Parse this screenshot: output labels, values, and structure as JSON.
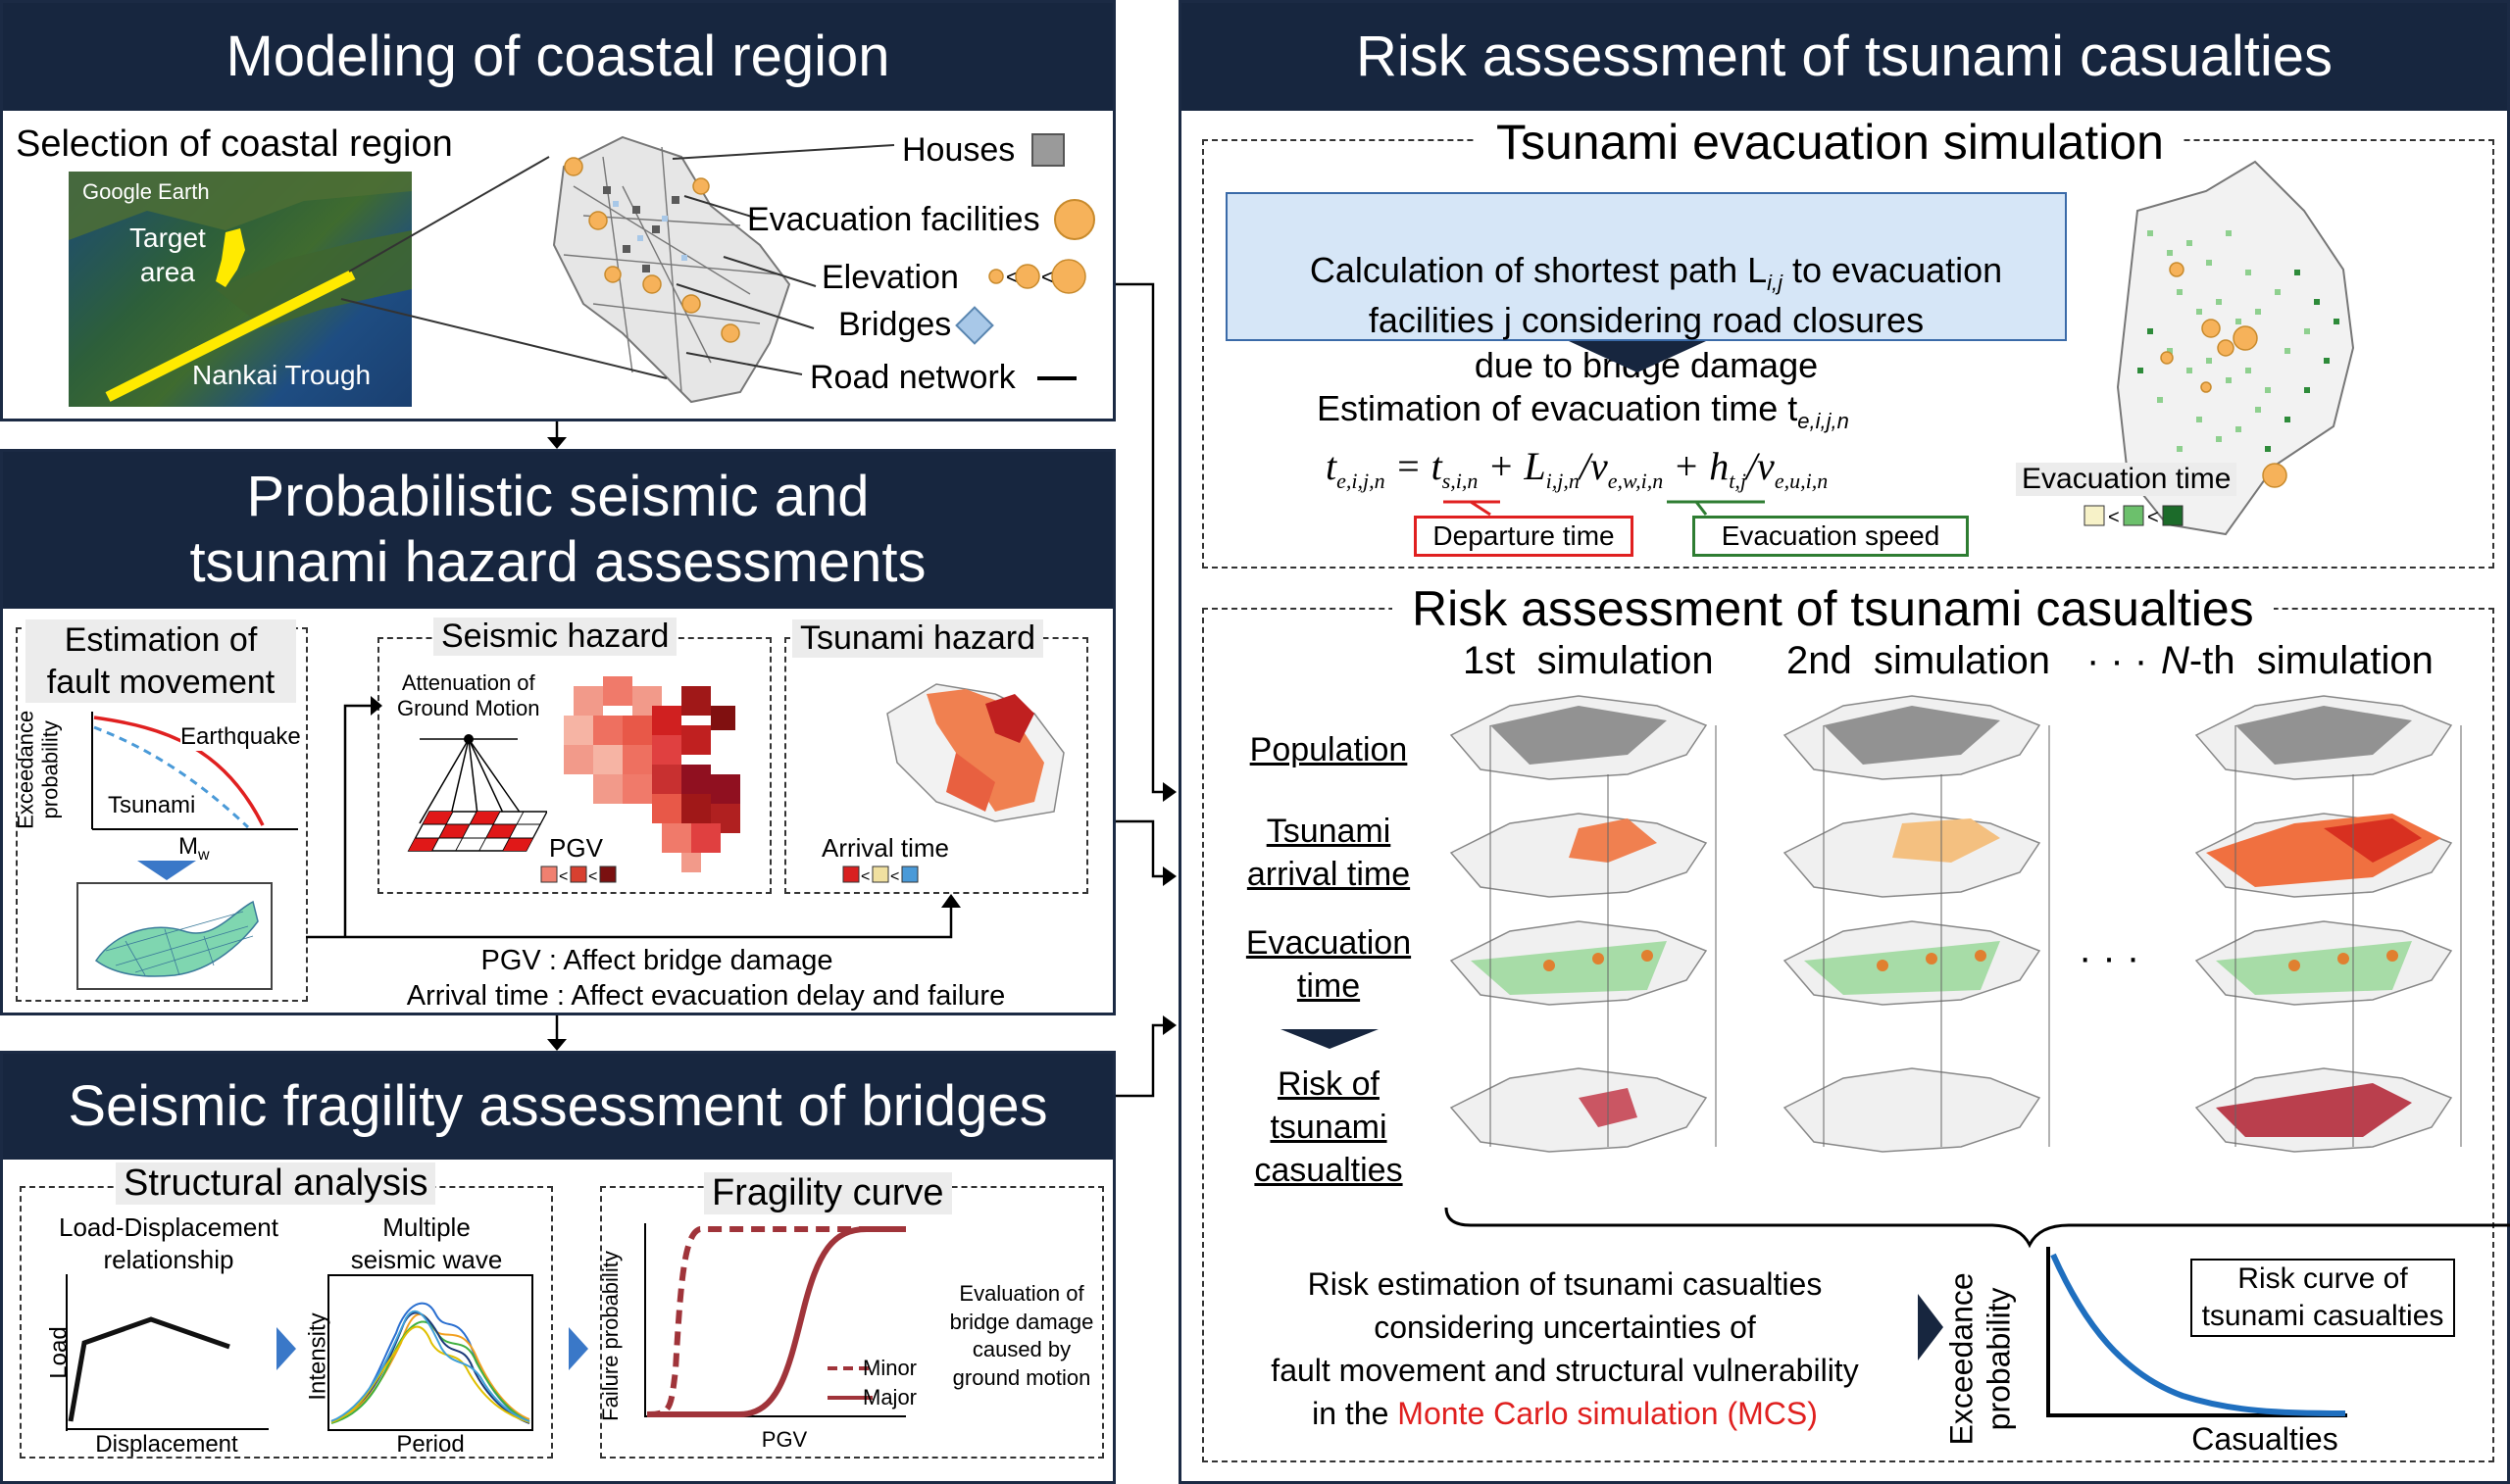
{
  "modeling": {
    "title": "Modeling of coastal region",
    "selection_label": "Selection of coastal region",
    "map_provider": "Google Earth",
    "target_area": "Target\narea",
    "trough": "Nankai Trough",
    "legend": {
      "houses": "Houses",
      "evac_facilities": "Evacuation facilities",
      "elevation": "Elevation",
      "bridges": "Bridges",
      "road_network": "Road network"
    }
  },
  "hazard": {
    "title_line1": "Probabilistic seismic and",
    "title_line2": "tsunami hazard assessments",
    "fault_title": "Estimation of\nfault movement",
    "ylabel": "Exceedance\nprobability",
    "earthquake": "Earthquake",
    "tsunami": "Tsunami",
    "xlabel": "M",
    "xlabel_sub": "w",
    "seismic_title": "Seismic hazard",
    "attenuation": "Attenuation of\nGround Motion",
    "pgv": "PGV",
    "tsunami_title": "Tsunami hazard",
    "arrival": "Arrival time",
    "note1": "PGV : Affect bridge damage",
    "note2": "Arrival time : Affect evacuation delay and failure"
  },
  "fragility": {
    "title": "Seismic fragility assessment of bridges",
    "structural_title": "Structural analysis",
    "load_disp": "Load-Displacement\nrelationship",
    "load": "Load",
    "displacement": "Displacement",
    "multiple": "Multiple\nseismic wave",
    "intensity": "Intensity",
    "period": "Period",
    "curve_title": "Fragility curve",
    "failure_prob": "Failure probability",
    "pgv": "PGV",
    "minor": "Minor",
    "major": "Major",
    "evaluation": "Evaluation of\nbridge damage\ncaused by\nground motion"
  },
  "risk": {
    "title": "Risk assessment of tsunami casualties",
    "evac_sim_title": "Tsunami evacuation simulation",
    "calc_box": "Calculation of shortest path L",
    "calc_sub": "i,j",
    "calc_rest": " to evacuation\nfacilities j considering road closures\ndue to bridge damage",
    "estimation": "Estimation of evacuation time t",
    "estimation_sub": "e,i,j,n",
    "departure": "Departure time",
    "evac_speed": "Evacuation speed",
    "evac_time_legend": "Evacuation time",
    "casualties_title": "Risk assessment of tsunami casualties",
    "sim1": "1st  simulation",
    "sim2": "2nd  simulation",
    "dots": "· · ·",
    "simN_italic": "N",
    "simN": "-th  simulation",
    "row_population": "Population",
    "row_arrival": "Tsunami\narrival time",
    "row_evac": "Evacuation\ntime",
    "row_risk": "Risk of\ntsunami\ncasualties",
    "estimation_text_1": "Risk estimation of tsunami casualties",
    "estimation_text_2": "considering uncertainties of",
    "estimation_text_3": "fault movement and structural vulnerability",
    "estimation_text_4a": "in the ",
    "estimation_text_4b": "Monte Carlo simulation (MCS)",
    "risk_curve": "Risk curve of\ntsunami casualties",
    "exceedance": "Exceedance\nprobability",
    "casualties": "Casualties"
  },
  "colors": {
    "navy": "#17263f",
    "red_mcs": "#e0201f",
    "curve_blue": "#1f6fbf",
    "major": "#a0343a",
    "green": "#2e7d32",
    "box_blue": "#d6e6f7"
  }
}
